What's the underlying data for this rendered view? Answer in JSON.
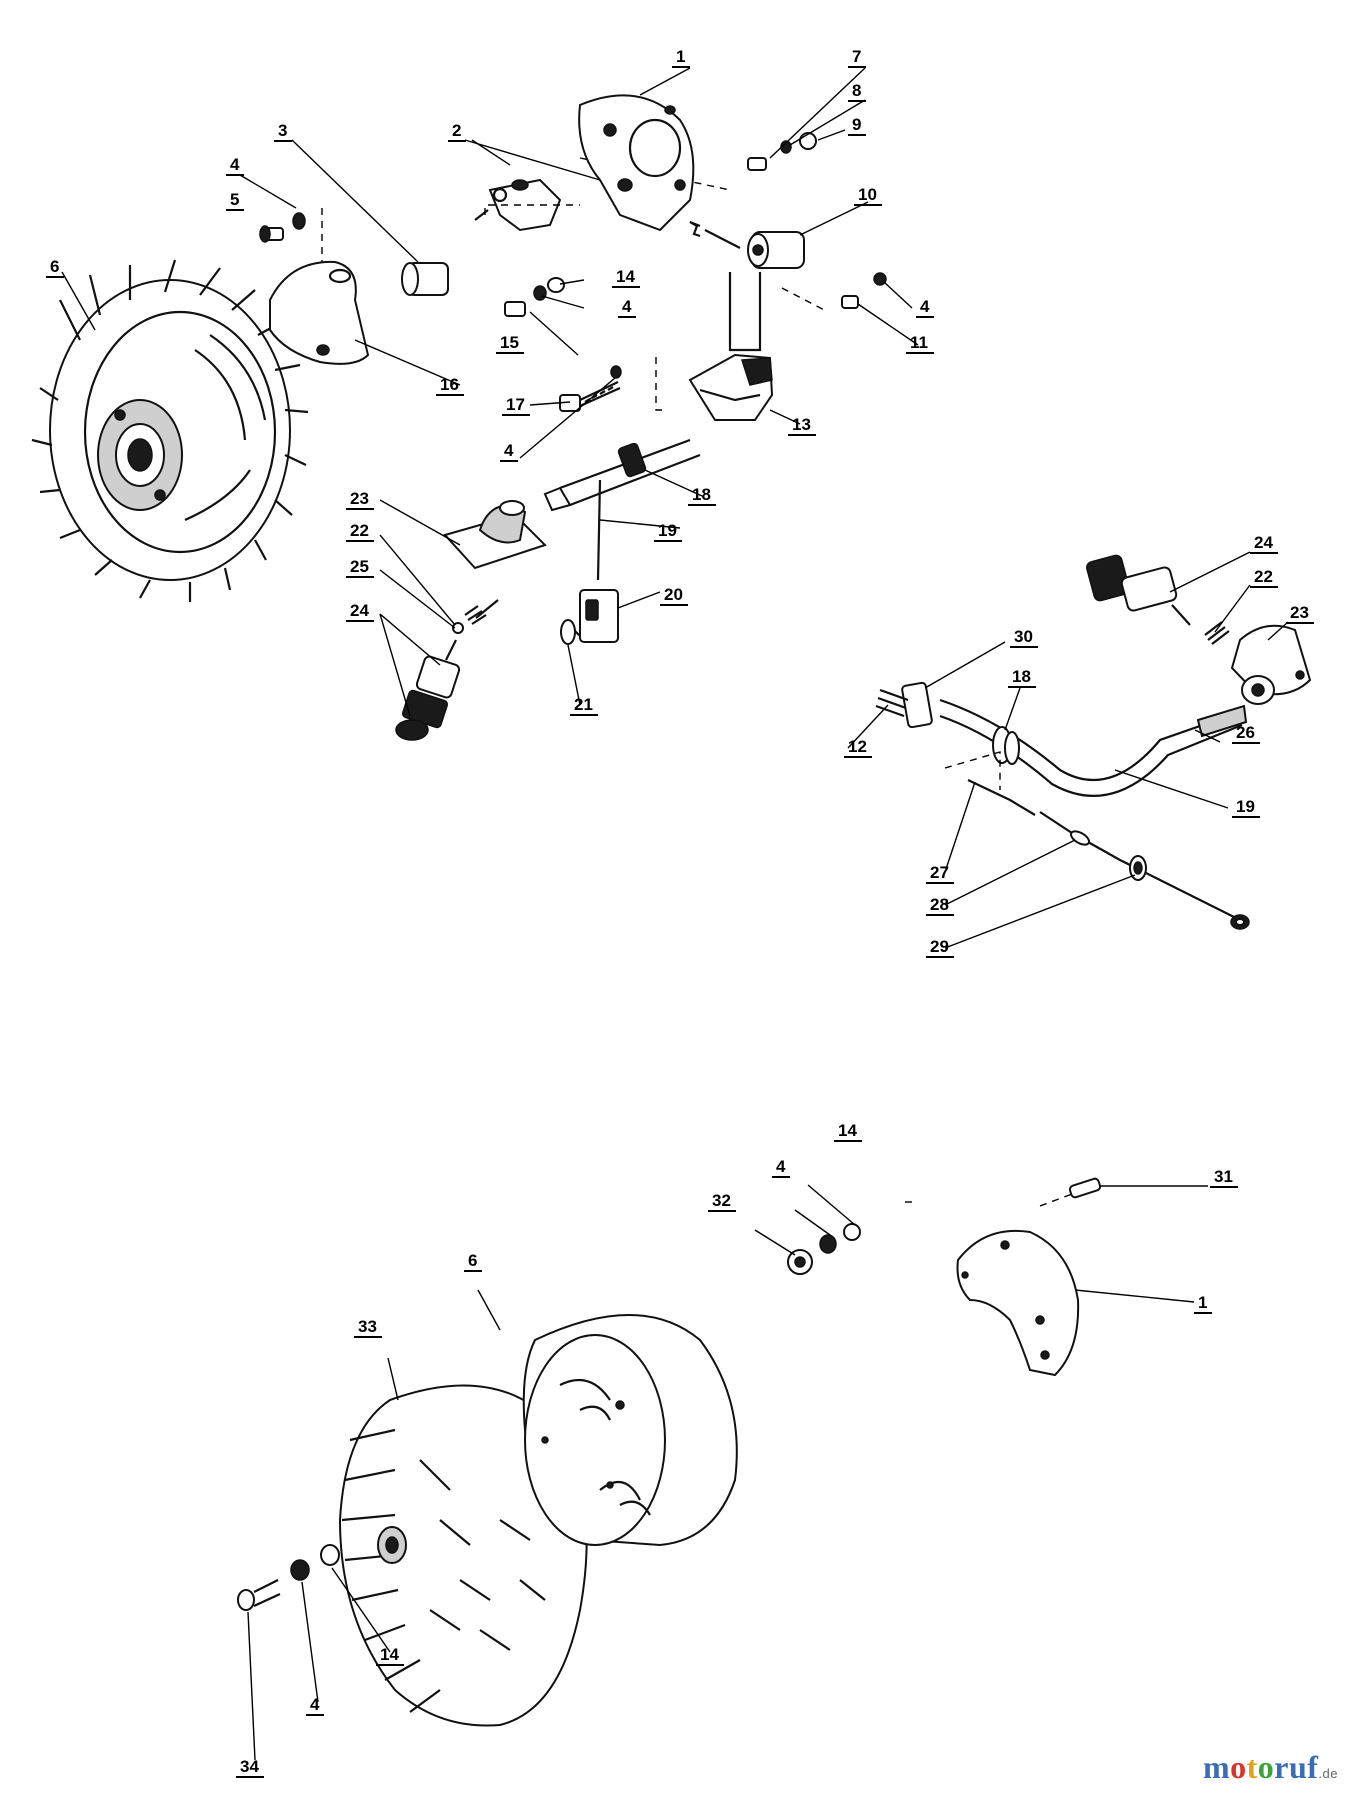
{
  "diagram": {
    "upper_callouts": [
      {
        "id": "c-u1",
        "text": "1"
      },
      {
        "id": "c-u2",
        "text": "2"
      },
      {
        "id": "c-u3",
        "text": "3"
      },
      {
        "id": "c-u4a",
        "text": "4"
      },
      {
        "id": "c-u5",
        "text": "5"
      },
      {
        "id": "c-u6",
        "text": "6"
      },
      {
        "id": "c-u7",
        "text": "7"
      },
      {
        "id": "c-u8",
        "text": "8"
      },
      {
        "id": "c-u9",
        "text": "9"
      },
      {
        "id": "c-u10",
        "text": "10"
      },
      {
        "id": "c-u14",
        "text": "14"
      },
      {
        "id": "c-u4b",
        "text": "4"
      },
      {
        "id": "c-u4c",
        "text": "4"
      },
      {
        "id": "c-u15",
        "text": "15"
      },
      {
        "id": "c-u11",
        "text": "11"
      },
      {
        "id": "c-u16",
        "text": "16"
      },
      {
        "id": "c-u17",
        "text": "17"
      },
      {
        "id": "c-u13",
        "text": "13"
      },
      {
        "id": "c-u4d",
        "text": "4"
      },
      {
        "id": "c-u18",
        "text": "18"
      },
      {
        "id": "c-u23",
        "text": "23"
      },
      {
        "id": "c-u19",
        "text": "19"
      },
      {
        "id": "c-u22",
        "text": "22"
      },
      {
        "id": "c-u25",
        "text": "25"
      },
      {
        "id": "c-u20",
        "text": "20"
      },
      {
        "id": "c-u24",
        "text": "24"
      },
      {
        "id": "c-u21",
        "text": "21"
      }
    ],
    "right_callouts": [
      {
        "id": "c-r24",
        "text": "24"
      },
      {
        "id": "c-r22",
        "text": "22"
      },
      {
        "id": "c-r23",
        "text": "23"
      },
      {
        "id": "c-r30",
        "text": "30"
      },
      {
        "id": "c-r18",
        "text": "18"
      },
      {
        "id": "c-r12",
        "text": "12"
      },
      {
        "id": "c-r26",
        "text": "26"
      },
      {
        "id": "c-r19",
        "text": "19"
      },
      {
        "id": "c-r27",
        "text": "27"
      },
      {
        "id": "c-r28",
        "text": "28"
      },
      {
        "id": "c-r29",
        "text": "29"
      }
    ],
    "lower_callouts": [
      {
        "id": "c-l14a",
        "text": "14"
      },
      {
        "id": "c-l4a",
        "text": "4"
      },
      {
        "id": "c-l31",
        "text": "31"
      },
      {
        "id": "c-l32",
        "text": "32"
      },
      {
        "id": "c-l6",
        "text": "6"
      },
      {
        "id": "c-l1",
        "text": "1"
      },
      {
        "id": "c-l33",
        "text": "33"
      },
      {
        "id": "c-l14b",
        "text": "14"
      },
      {
        "id": "c-l4b",
        "text": "4"
      },
      {
        "id": "c-l34",
        "text": "34"
      }
    ]
  },
  "watermark": {
    "parts": [
      "m",
      "o",
      "t",
      "o",
      "ruf"
    ],
    "suffix": ".de"
  }
}
